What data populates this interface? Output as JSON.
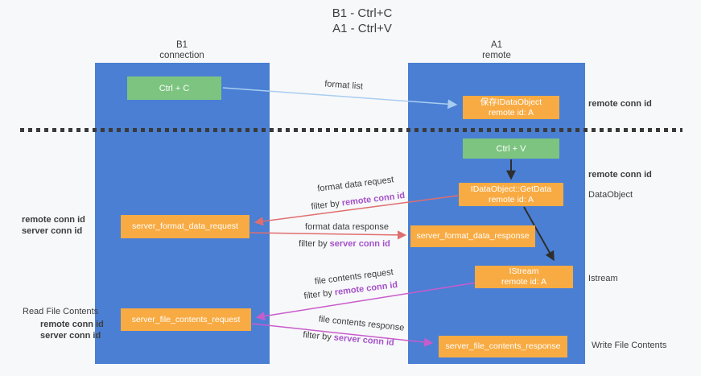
{
  "title": {
    "line1": "B1 - Ctrl+C",
    "line2": "A1 - Ctrl+V"
  },
  "lanes": {
    "left": {
      "title": "B1",
      "subtitle": "connection"
    },
    "right": {
      "title": "A1",
      "subtitle": "remote"
    }
  },
  "nodes": {
    "ctrl_c": {
      "label": "Ctrl + C"
    },
    "ctrl_v": {
      "label": "Ctrl + V"
    },
    "save_idataobject": {
      "line1": "保存IDataObject",
      "line2": "remote id: A"
    },
    "idataobject_getdata": {
      "line1": "IDataObject::GetData",
      "line2": "remote id: A"
    },
    "istream": {
      "line1": "IStream",
      "line2": "remote id: A"
    },
    "server_format_data_request": {
      "label": "server_format_data_request"
    },
    "server_format_data_response": {
      "label": "server_format_data_response"
    },
    "server_file_contents_request": {
      "label": "server_file_contents_request"
    },
    "server_file_contents_response": {
      "label": "server_file_contents_response"
    }
  },
  "edge_labels": {
    "format_list": "format list",
    "format_data_request": "format data request",
    "format_data_response": "format data response",
    "file_contents_request": "file contents request",
    "file_contents_response": "file contents response",
    "filter_by": "filter by ",
    "remote_conn_id": "remote conn id",
    "server_conn_id": "server conn id"
  },
  "side_labels": {
    "remote_conn_id": "remote conn id",
    "server_conn_id": "server conn id",
    "dataobject": "DataObject",
    "istream": "Istream",
    "read_file_contents": "Read File Contents",
    "write_file_contents": "Write File Contents"
  },
  "colors": {
    "lane_blue": "#4a7fd4",
    "node_orange": "#f8ab43",
    "node_green": "#7cc480",
    "label_purple": "#a551c9",
    "label_green": "#69bd69",
    "arrow_blue": "#a9cdf0",
    "arrow_red": "#e06e6e",
    "arrow_magenta": "#c95ccb",
    "arrow_black": "#2e2e2e"
  }
}
